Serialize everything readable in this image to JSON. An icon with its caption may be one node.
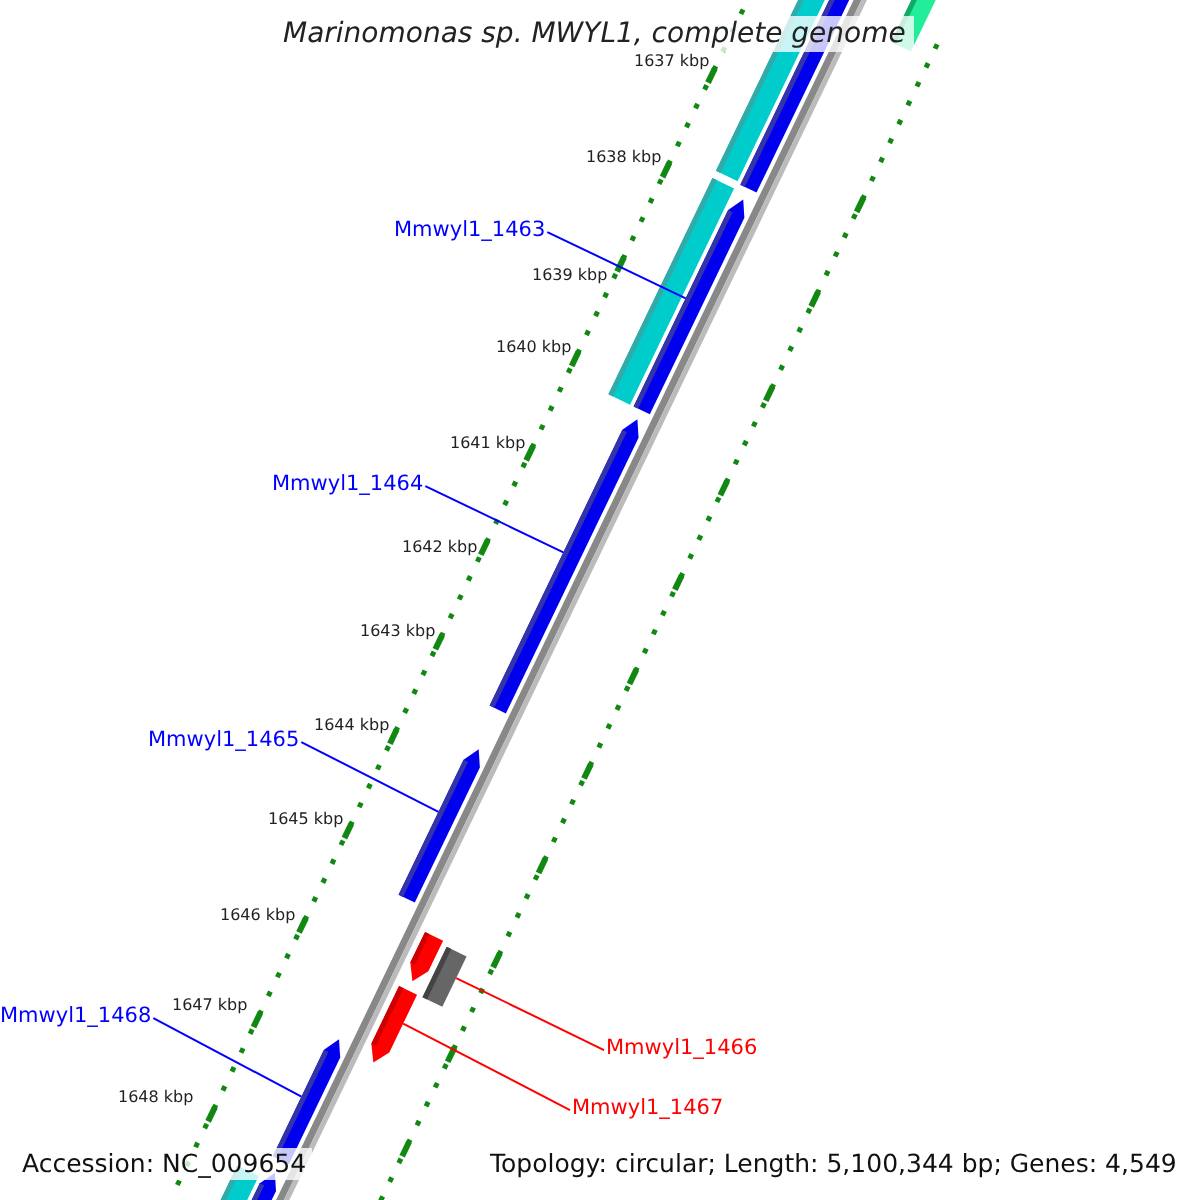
{
  "diagram": {
    "title": "Marinomonas sp. MWYL1, complete genome",
    "nodes": [
      {
        "text": [
          "Mmwyl1_1463"
        ]
      },
      {
        "text": [
          "Mmwyl1_1464"
        ]
      },
      {
        "text": [
          "Mmwyl1_1465"
        ]
      },
      {
        "text": [
          "Mmwyl1_1468"
        ]
      },
      {
        "text": [
          "Mmwyl1_1466"
        ]
      },
      {
        "text": [
          "Mmwyl1_1467"
        ]
      },
      {
        "text": [],
        "shape": "bar"
      },
      {
        "text": [],
        "shape": "bar"
      },
      {
        "text": [],
        "shape": "bar"
      },
      {
        "text": [],
        "shape": "bar"
      },
      {
        "text": [],
        "shape": "box"
      },
      {
        "text": [],
        "shape": "bar"
      },
      {
        "text": [],
        "shape": "bar"
      }
    ],
    "edges": [
      {
        "from": 0,
        "to": 7,
        "arrow": "none"
      },
      {
        "from": 1,
        "to": 8,
        "arrow": "none"
      },
      {
        "from": 2,
        "to": 9,
        "arrow": "none"
      },
      {
        "from": 3,
        "to": 12,
        "arrow": "none"
      },
      {
        "from": 4,
        "to": 10,
        "arrow": "none",
        "color": "#ff0000"
      },
      {
        "from": 5,
        "to": 11,
        "arrow": "none",
        "color": "#ff0000"
      }
    ],
    "labels": [
      "1637 kbp",
      "1638 kbp",
      "1639 kbp",
      "1640 kbp",
      "1641 kbp",
      "1642 kbp",
      "1643 kbp",
      "1644 kbp",
      "1645 kbp",
      "1646 kbp",
      "1647 kbp",
      "1648 kbp",
      "Accession: NC_009654",
      "Topology: circular; Length: 5,100,344 bp; Genes: 4,549"
    ]
  }
}
